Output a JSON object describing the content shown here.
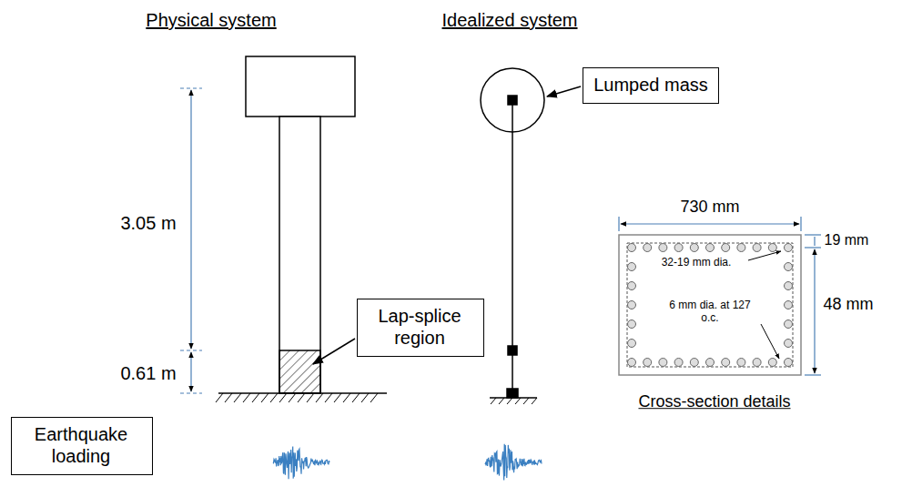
{
  "diagram": {
    "nodes": [
      {
        "text": [
          "Lumped mass"
        ]
      },
      {
        "text": [
          "Lap-splice region"
        ]
      },
      {
        "text": [
          "Earthquake loading"
        ]
      }
    ],
    "labels": [
      "Physical system",
      "Idealized system",
      "3.05 m",
      "0.61 m",
      "730 mm",
      "19 mm",
      "48 mm",
      "32-19 mm dia.",
      "6 mm dia. at 127 o.c.",
      "Cross-section details"
    ]
  }
}
